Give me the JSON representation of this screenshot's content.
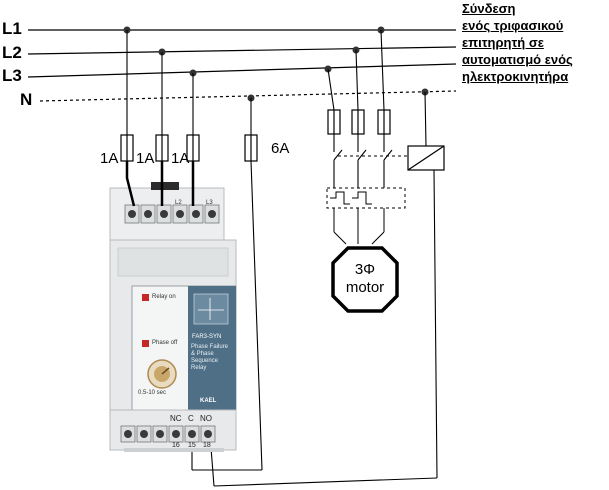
{
  "title": {
    "lines": [
      "Σύνδεση",
      "ενός  τριφασικού",
      "επιτηρητή  σε",
      "αυτοματισμό ενός",
      "ηλεκτροκινητήρα"
    ]
  },
  "lines": {
    "l1": "L1",
    "l2": "L2",
    "l3": "L3",
    "n": "N"
  },
  "fuses": {
    "f1": "1A",
    "f2": "1A",
    "f3": "1A",
    "f4": "6A"
  },
  "motor": {
    "line1": "3Φ",
    "line2": "motor"
  },
  "device": {
    "relay_label": "Relay on",
    "phase_label": "Phase off",
    "model": "FAR3-SYN",
    "desc": "Phase Failure & Phase Sequence Relay",
    "brand": "KAEL",
    "delay_label": "0.5-10 sec",
    "terminal_nc": "NC",
    "terminal_c": "C",
    "terminal_no": "NO",
    "terminal_16": "16",
    "terminal_15": "15",
    "terminal_18": "18",
    "top_l2": "L2",
    "top_l3": "L3"
  }
}
